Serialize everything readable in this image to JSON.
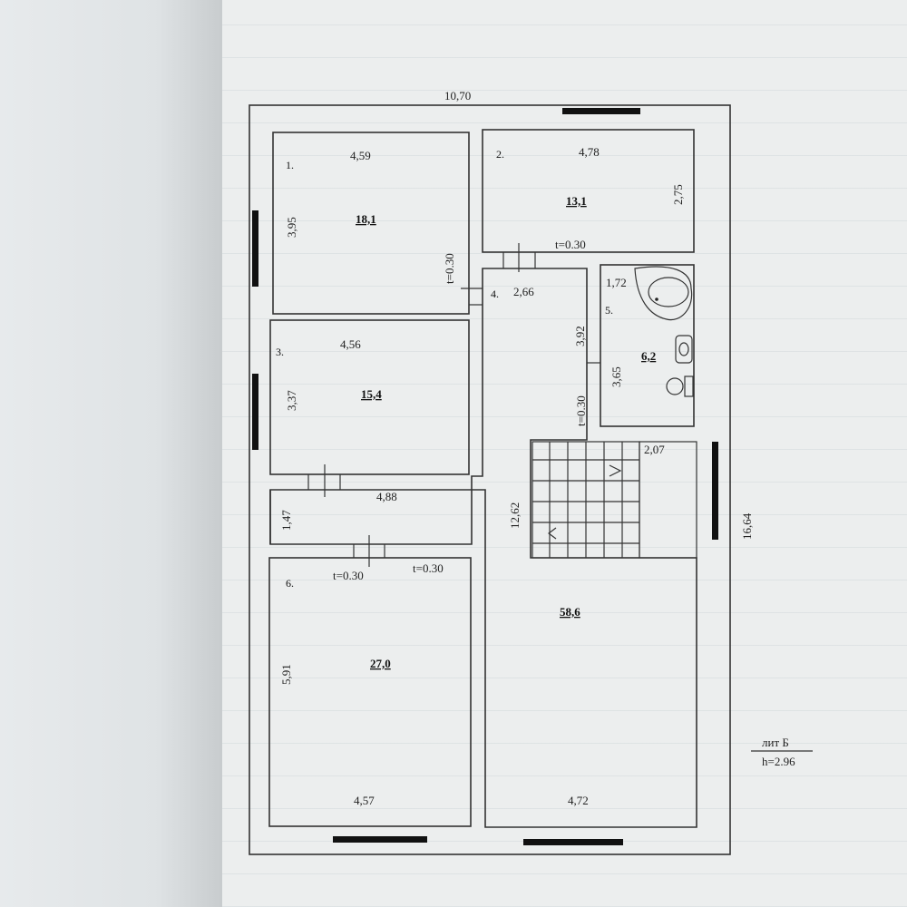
{
  "plan": {
    "overall": {
      "width": "10,70",
      "height": "16,64",
      "stair_run": "12,62"
    },
    "rooms": [
      {
        "num": "1.",
        "width": "4,59",
        "side": "3,95",
        "area": "18,1"
      },
      {
        "num": "2.",
        "width": "4,78",
        "side": "2,75",
        "area": "13,1"
      },
      {
        "num": "3.",
        "width": "4,56",
        "side": "3,37",
        "area": "15,4"
      },
      {
        "num": "4.",
        "width": "2,66",
        "side": "3,92",
        "area": ""
      },
      {
        "num": "5.",
        "width": "1,72",
        "side": "3,65",
        "area": "6,2"
      },
      {
        "num": "6.",
        "width": "4,57",
        "side": "5,91",
        "area": "27,0"
      }
    ],
    "corridor": {
      "width": "4,88",
      "side": "1,47"
    },
    "hall": {
      "width": "4,72",
      "area": "58,6",
      "stair_width": "2,07"
    },
    "walls": [
      "t=0.30",
      "t=0.30",
      "t=0.30",
      "t=0.30",
      "t=0.30"
    ],
    "legend": {
      "lit": "лит Б",
      "height": "h=2.96"
    }
  }
}
